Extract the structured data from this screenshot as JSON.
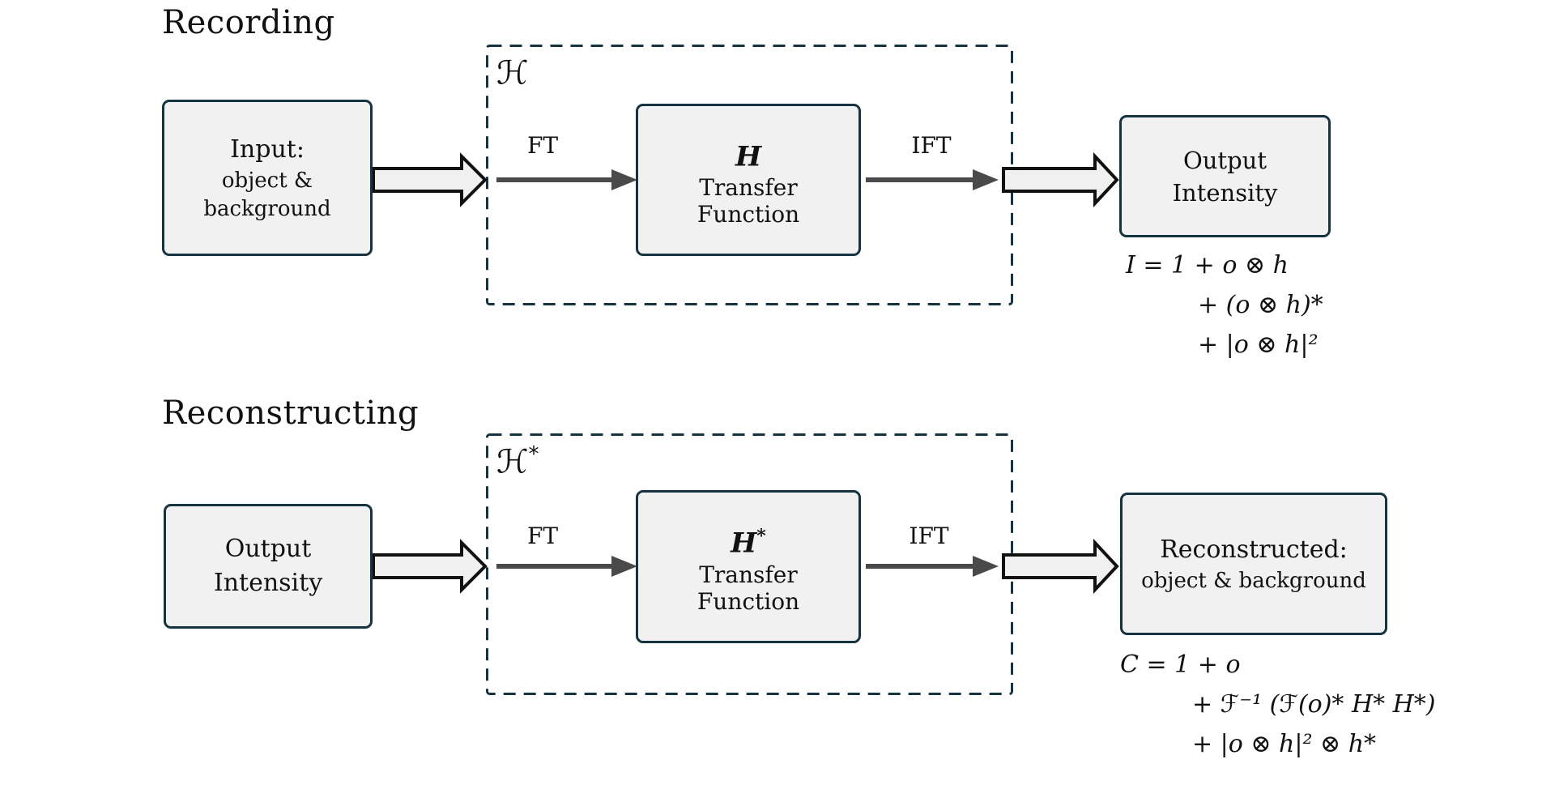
{
  "colors": {
    "outline_dark": "#163340",
    "box_fill": "#f1f1f1",
    "arrow_gray": "#4a4a4a",
    "hollow_arrow_fill": "#f0f0f0",
    "text": "#111111",
    "background": "#ffffff"
  },
  "sections": [
    {
      "title": "Recording",
      "source_box": {
        "lines": [
          "Input:",
          "object &",
          "background"
        ]
      },
      "system_label": {
        "base": "ℋ",
        "sup": ""
      },
      "ft_label": "FT",
      "ift_label": "IFT",
      "transfer_box": {
        "symbol": "H",
        "symbol_sup": "",
        "lines": [
          "Transfer",
          "Function"
        ]
      },
      "result_box": {
        "lines": [
          "Output",
          "Intensity"
        ]
      },
      "equation_lines": [
        "I = 1 + o ⊗ h",
        "+ (o ⊗ h)*",
        "+ |o ⊗ h|²"
      ]
    },
    {
      "title": "Reconstructing",
      "source_box": {
        "lines": [
          "Output",
          "Intensity"
        ]
      },
      "system_label": {
        "base": "ℋ",
        "sup": "*"
      },
      "ft_label": "FT",
      "ift_label": "IFT",
      "transfer_box": {
        "symbol": "H",
        "symbol_sup": "*",
        "lines": [
          "Transfer",
          "Function"
        ]
      },
      "result_box": {
        "lines": [
          "Reconstructed:",
          "object & background"
        ]
      },
      "equation_lines": [
        "C = 1 + o",
        "+ ℱ⁻¹ (ℱ(o)* H* H*)",
        "+ |o ⊗ h|² ⊗ h*"
      ]
    }
  ]
}
